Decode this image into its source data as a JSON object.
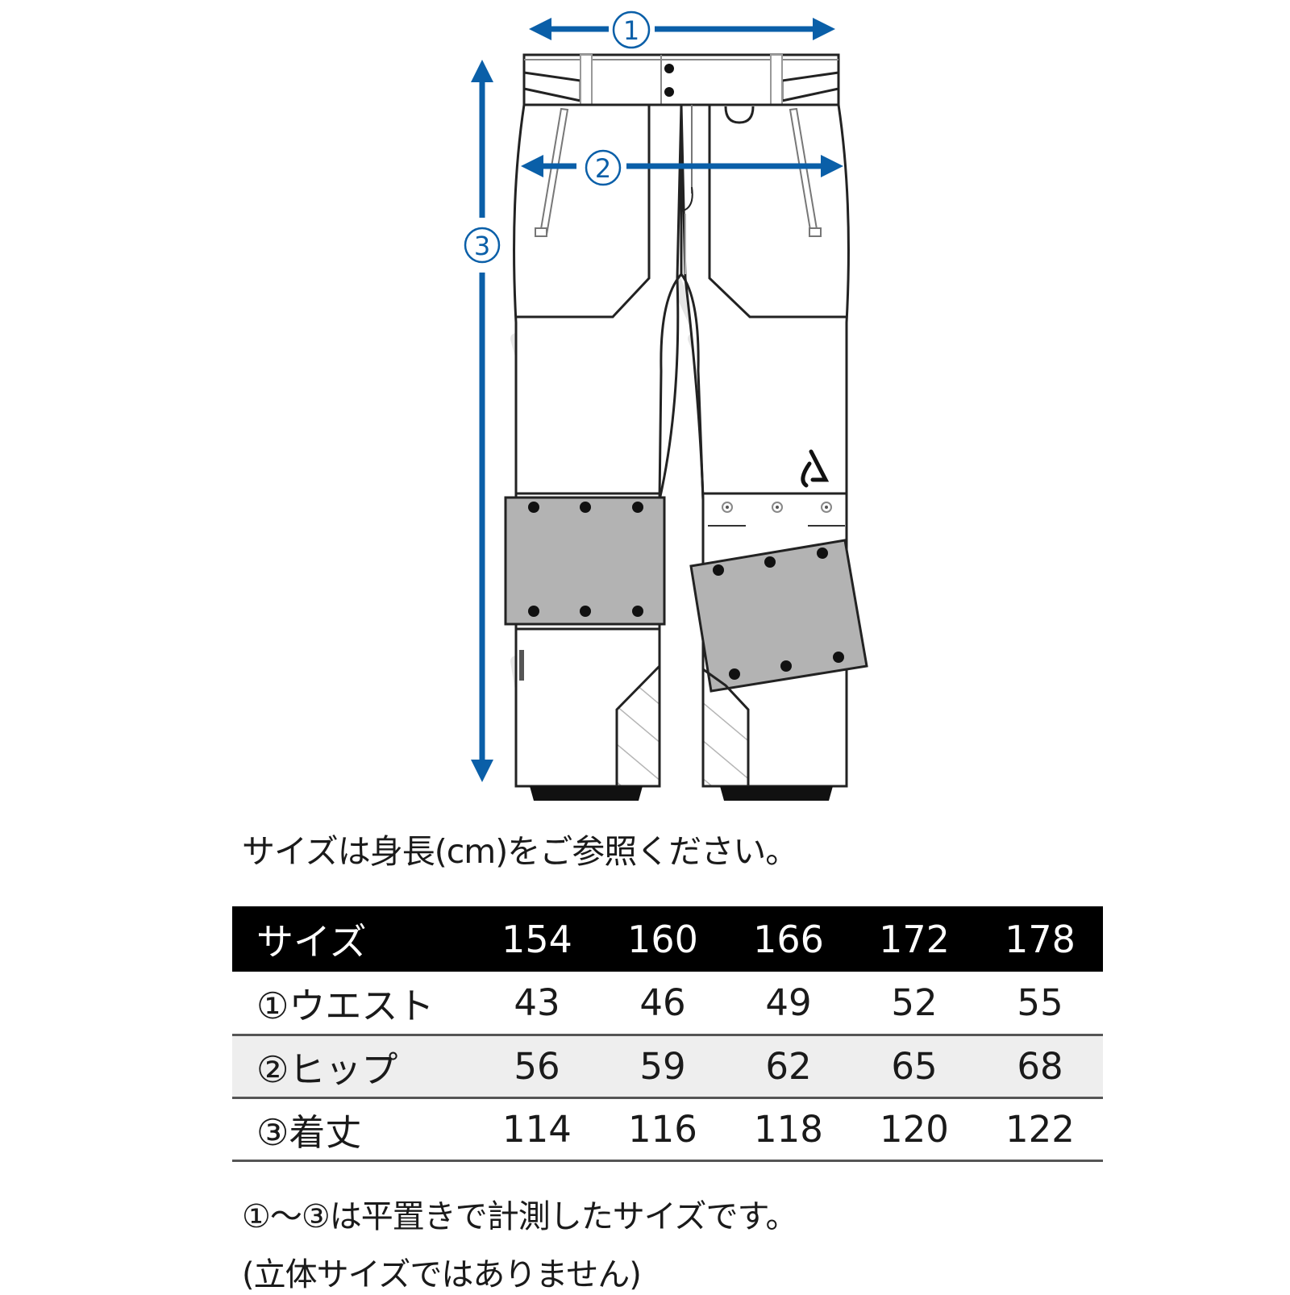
{
  "accent_color": "#0a5fa8",
  "drawing": {
    "subject": "pants-technical-flat",
    "measurements": [
      {
        "marker": "①",
        "name": "waist",
        "direction": "horizontal"
      },
      {
        "marker": "②",
        "name": "hip",
        "direction": "horizontal"
      },
      {
        "marker": "③",
        "name": "length",
        "direction": "vertical"
      }
    ],
    "icons": [
      "brand-logo-icon",
      "knee-patch-icon",
      "snap-button-icon"
    ]
  },
  "caption": "サイズは身長(cm)をご参照ください。",
  "table": {
    "header": {
      "label": "サイズ",
      "sizes": [
        "154",
        "160",
        "166",
        "172",
        "178"
      ]
    },
    "rows": [
      {
        "label": "①ウエスト",
        "values": [
          "43",
          "46",
          "49",
          "52",
          "55"
        ]
      },
      {
        "label": "②ヒップ",
        "values": [
          "56",
          "59",
          "62",
          "65",
          "68"
        ]
      },
      {
        "label": "③着丈",
        "values": [
          "114",
          "116",
          "118",
          "120",
          "122"
        ]
      }
    ]
  },
  "notes": [
    "①～③は平置きで計測したサイズです。",
    "(立体サイズではありません)"
  ]
}
